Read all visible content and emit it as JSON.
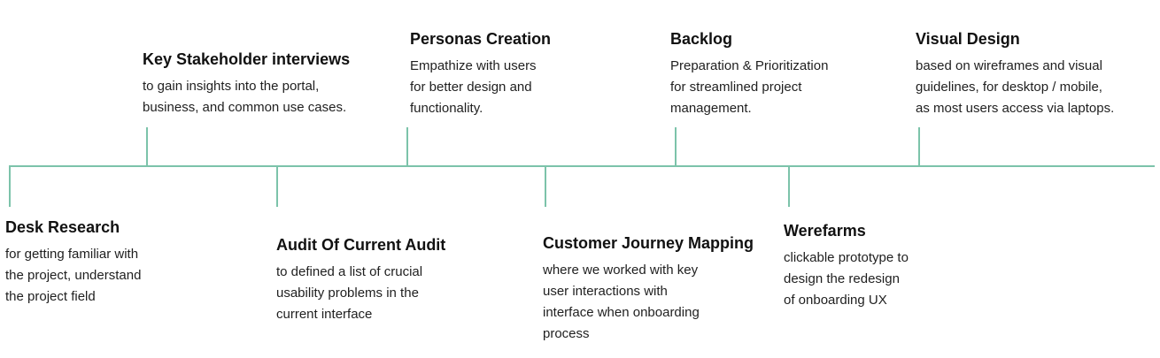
{
  "timeline": {
    "accent_color": "#7cc3aa",
    "milestones": [
      {
        "title": "Desk Research",
        "description": "for getting familiar with\nthe project, understand\nthe project field",
        "position": "below"
      },
      {
        "title": "Key Stakeholder interviews",
        "description": "to gain insights into the portal,\nbusiness, and common use cases.",
        "position": "above"
      },
      {
        "title": "Audit Of Current Audit",
        "description": "to defined a list of crucial\nusability problems in the\ncurrent interface",
        "position": "below"
      },
      {
        "title": "Personas Creation",
        "description": "Empathize with users\nfor better design and\nfunctionality.",
        "position": "above"
      },
      {
        "title": "Customer Journey Mapping",
        "description": "where we worked with key\nuser interactions with\ninterface when onboarding\nprocess",
        "position": "below"
      },
      {
        "title": "Backlog",
        "description": "Preparation & Prioritization\nfor streamlined project\nmanagement.",
        "position": "above"
      },
      {
        "title": "Werefarms",
        "description": "clickable prototype to\ndesign the redesign\nof onboarding UX",
        "position": "below"
      },
      {
        "title": "Visual Design",
        "description": "based on wireframes and visual\nguidelines, for desktop / mobile,\nas most users access via laptops.",
        "position": "above"
      }
    ]
  }
}
